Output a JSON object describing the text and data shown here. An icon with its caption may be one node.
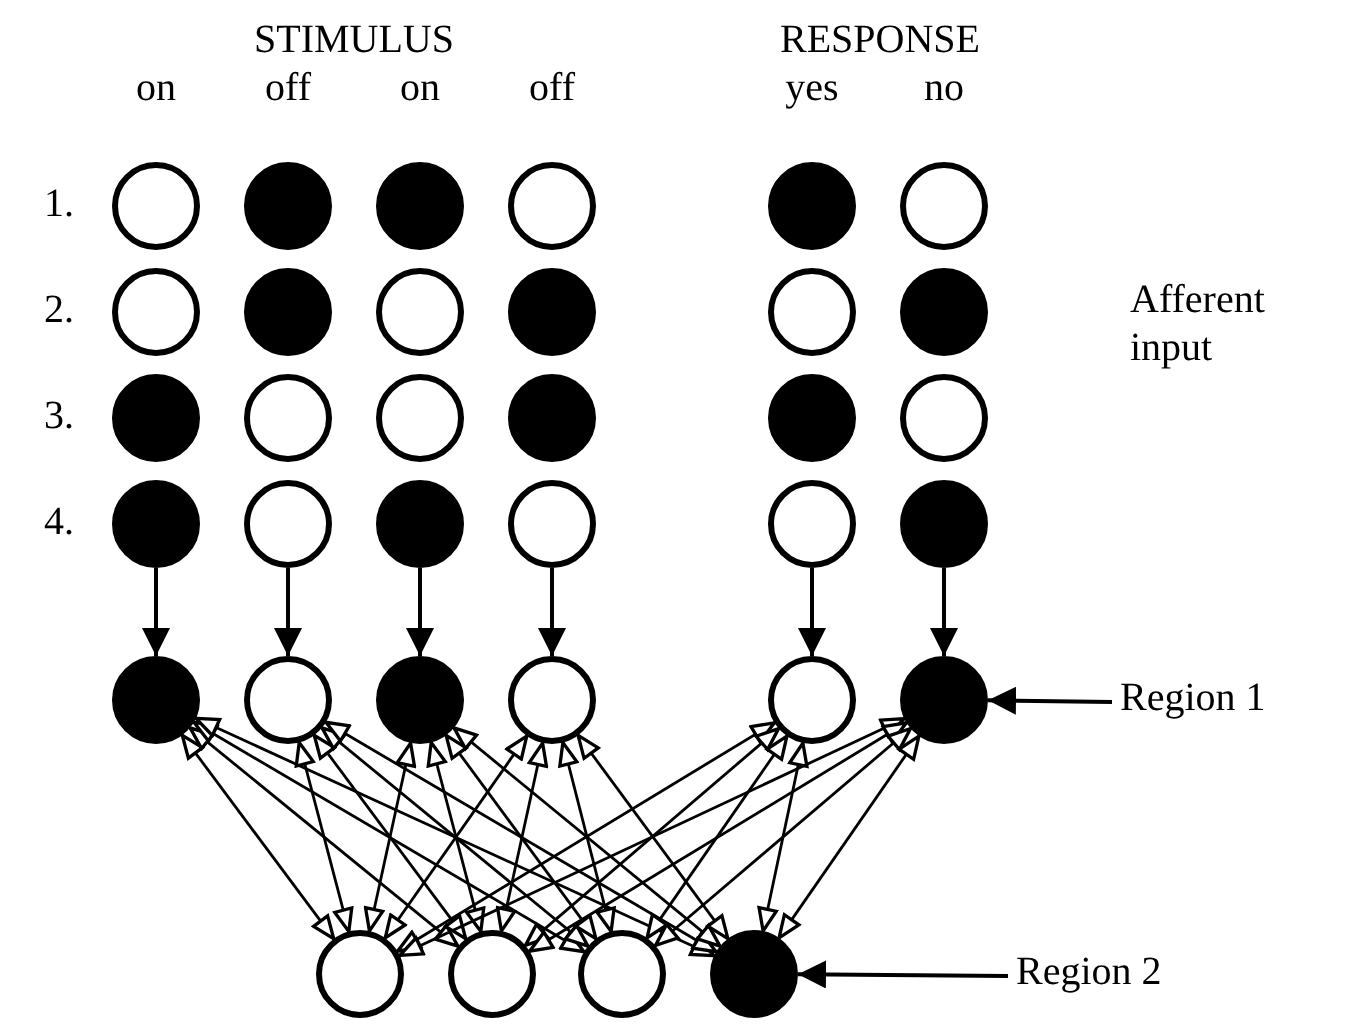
{
  "diagram": {
    "nodes": [
      {
        "text": [],
        "shape": "circle"
      },
      {
        "text": [],
        "shape": "dot"
      },
      {
        "text": [],
        "shape": "dot"
      },
      {
        "text": [],
        "shape": "circle"
      },
      {
        "text": [],
        "shape": "dot"
      },
      {
        "text": [],
        "shape": "circle"
      },
      {
        "text": [],
        "shape": "circle"
      },
      {
        "text": [],
        "shape": "dot"
      },
      {
        "text": [],
        "shape": "circle"
      },
      {
        "text": [],
        "shape": "dot"
      },
      {
        "text": [],
        "shape": "circle"
      },
      {
        "text": [],
        "shape": "dot"
      },
      {
        "text": [],
        "shape": "dot"
      },
      {
        "text": [],
        "shape": "circle"
      },
      {
        "text": [],
        "shape": "circle"
      },
      {
        "text": [],
        "shape": "dot"
      },
      {
        "text": [],
        "shape": "dot"
      },
      {
        "text": [],
        "shape": "circle"
      },
      {
        "text": [],
        "shape": "dot"
      },
      {
        "text": [],
        "shape": "circle"
      },
      {
        "text": [],
        "shape": "dot"
      },
      {
        "text": [],
        "shape": "circle"
      },
      {
        "text": [],
        "shape": "circle"
      },
      {
        "text": [],
        "shape": "dot"
      },
      {
        "text": [],
        "shape": "dot"
      },
      {
        "text": [],
        "shape": "circle"
      },
      {
        "text": [],
        "shape": "dot"
      },
      {
        "text": [],
        "shape": "circle"
      },
      {
        "text": [],
        "shape": "circle"
      },
      {
        "text": [],
        "shape": "dot"
      },
      {
        "text": [
          "Region 1"
        ]
      },
      {
        "text": [],
        "shape": "circle"
      },
      {
        "text": [],
        "shape": "circle"
      },
      {
        "text": [],
        "shape": "circle"
      },
      {
        "text": [],
        "shape": "dot"
      },
      {
        "text": [
          "Region 2"
        ]
      }
    ],
    "edges": [
      {
        "from": 18,
        "to": 24,
        "arrow": "to"
      },
      {
        "from": 19,
        "to": 25,
        "arrow": "to"
      },
      {
        "from": 20,
        "to": 26,
        "arrow": "to"
      },
      {
        "from": 21,
        "to": 27,
        "arrow": "to"
      },
      {
        "from": 22,
        "to": 28,
        "arrow": "to"
      },
      {
        "from": 23,
        "to": 29,
        "arrow": "to"
      },
      {
        "from": 24,
        "to": 31,
        "arrow": "both"
      },
      {
        "from": 24,
        "to": 32,
        "arrow": "both"
      },
      {
        "from": 24,
        "to": 33,
        "arrow": "both"
      },
      {
        "from": 24,
        "to": 34,
        "arrow": "both"
      },
      {
        "from": 25,
        "to": 31,
        "arrow": "both"
      },
      {
        "from": 25,
        "to": 32,
        "arrow": "both"
      },
      {
        "from": 25,
        "to": 33,
        "arrow": "both"
      },
      {
        "from": 25,
        "to": 34,
        "arrow": "both"
      },
      {
        "from": 26,
        "to": 31,
        "arrow": "both"
      },
      {
        "from": 26,
        "to": 32,
        "arrow": "both"
      },
      {
        "from": 26,
        "to": 33,
        "arrow": "both"
      },
      {
        "from": 26,
        "to": 34,
        "arrow": "both"
      },
      {
        "from": 27,
        "to": 31,
        "arrow": "both"
      },
      {
        "from": 27,
        "to": 32,
        "arrow": "both"
      },
      {
        "from": 27,
        "to": 33,
        "arrow": "both"
      },
      {
        "from": 27,
        "to": 34,
        "arrow": "both"
      },
      {
        "from": 28,
        "to": 31,
        "arrow": "both"
      },
      {
        "from": 28,
        "to": 32,
        "arrow": "both"
      },
      {
        "from": 28,
        "to": 33,
        "arrow": "both"
      },
      {
        "from": 28,
        "to": 34,
        "arrow": "both"
      },
      {
        "from": 29,
        "to": 31,
        "arrow": "both"
      },
      {
        "from": 29,
        "to": 32,
        "arrow": "both"
      },
      {
        "from": 29,
        "to": 33,
        "arrow": "both"
      },
      {
        "from": 29,
        "to": 34,
        "arrow": "both"
      },
      {
        "from": 30,
        "to": 29,
        "arrow": "to"
      },
      {
        "from": 35,
        "to": 34,
        "arrow": "to"
      }
    ],
    "labels": [
      "STIMULUS",
      "RESPONSE",
      "on",
      "off",
      "on",
      "off",
      "yes",
      "no",
      "1.",
      "2.",
      "3.",
      "4.",
      "Afferent input"
    ]
  }
}
